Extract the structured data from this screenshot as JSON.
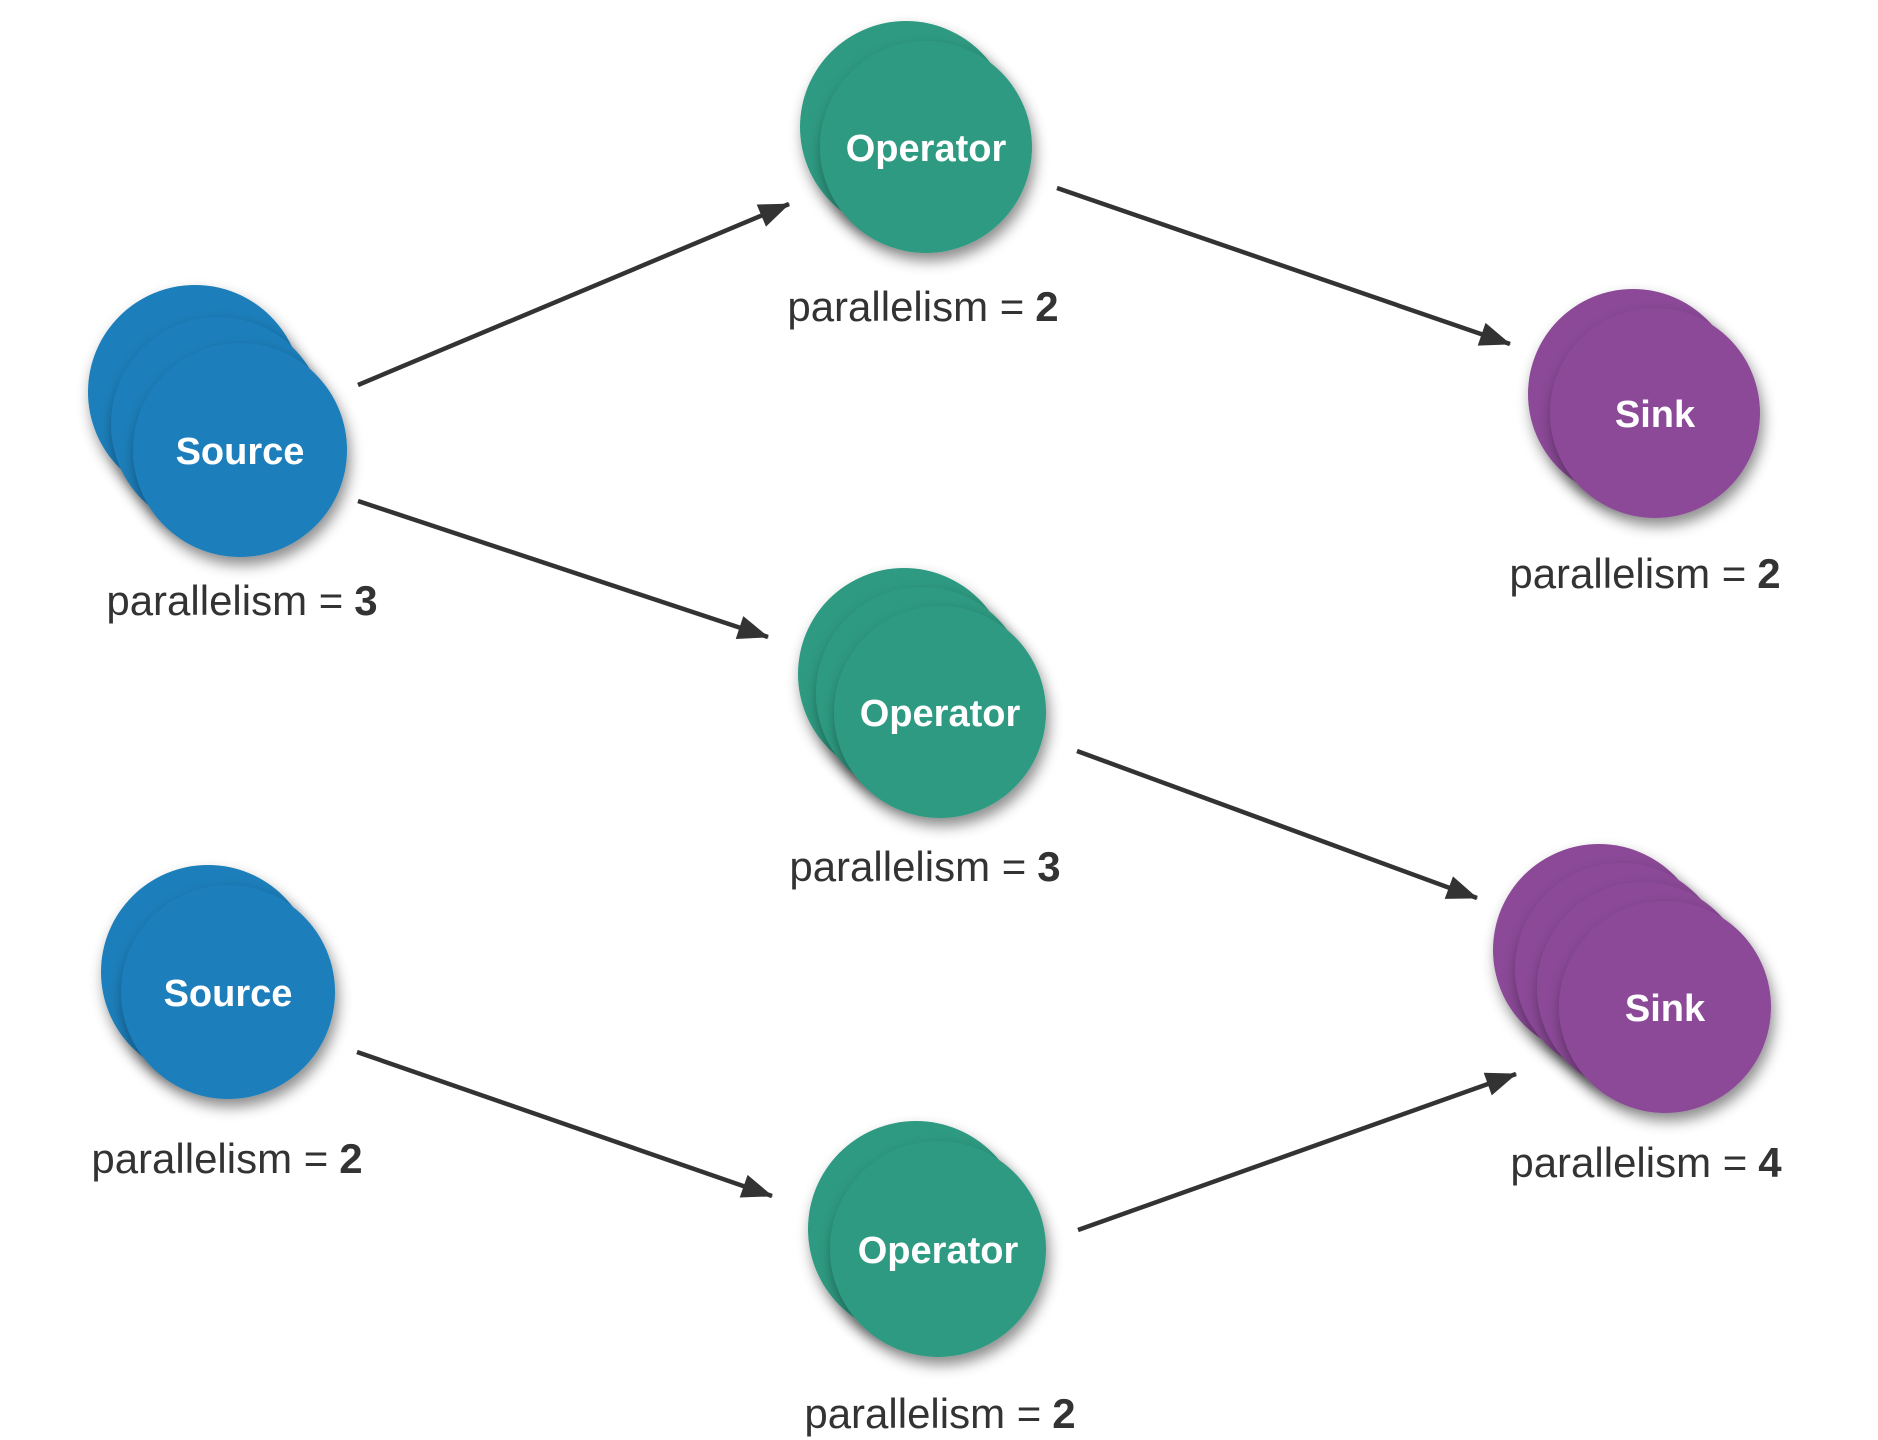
{
  "colors": {
    "source": "#1b7eba",
    "operator": "#2e9a81",
    "sink": "#8b4997",
    "arrow": "#333333",
    "parallelism_text": "#333333",
    "node_text": "#ffffff",
    "background": "#ffffff"
  },
  "nodes": [
    {
      "id": "source-top",
      "label": "Source",
      "parallelism_prefix": "parallelism =",
      "parallelism_value": "3",
      "instances": 3
    },
    {
      "id": "operator-top",
      "label": "Operator",
      "parallelism_prefix": "parallelism =",
      "parallelism_value": "2",
      "instances": 2
    },
    {
      "id": "sink-top",
      "label": "Sink",
      "parallelism_prefix": "parallelism =",
      "parallelism_value": "2",
      "instances": 2
    },
    {
      "id": "operator-middle",
      "label": "Operator",
      "parallelism_prefix": "parallelism =",
      "parallelism_value": "3",
      "instances": 3
    },
    {
      "id": "source-bottom",
      "label": "Source",
      "parallelism_prefix": "parallelism =",
      "parallelism_value": "2",
      "instances": 2
    },
    {
      "id": "operator-bottom",
      "label": "Operator",
      "parallelism_prefix": "parallelism =",
      "parallelism_value": "2",
      "instances": 2
    },
    {
      "id": "sink-bottom",
      "label": "Sink",
      "parallelism_prefix": "parallelism =",
      "parallelism_value": "4",
      "instances": 4
    }
  ],
  "edges": [
    {
      "from": "source-top",
      "to": "operator-top"
    },
    {
      "from": "source-top",
      "to": "operator-middle"
    },
    {
      "from": "operator-top",
      "to": "sink-top"
    },
    {
      "from": "operator-middle",
      "to": "sink-bottom"
    },
    {
      "from": "source-bottom",
      "to": "operator-bottom"
    },
    {
      "from": "operator-bottom",
      "to": "sink-bottom"
    }
  ]
}
